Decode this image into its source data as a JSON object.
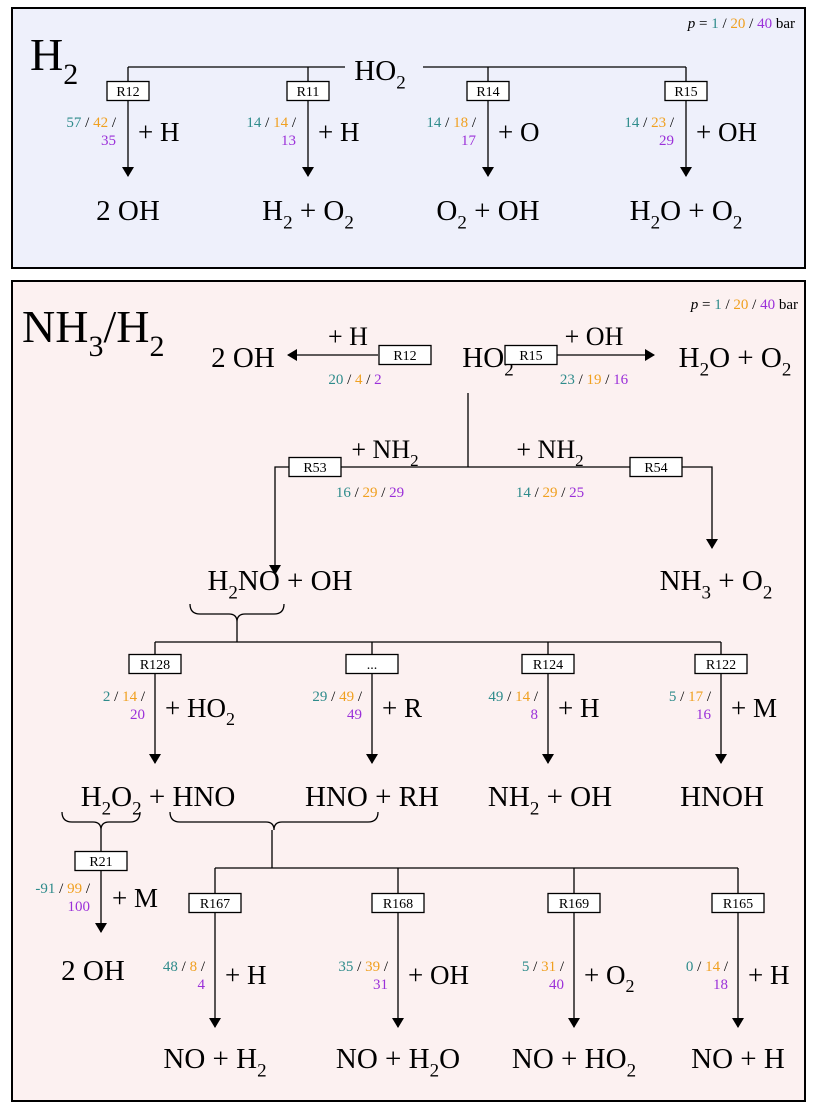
{
  "colors": {
    "p1": "#2e8b8b",
    "p20": "#f0a020",
    "p40": "#9b30d9",
    "panel_h2_bg": "#eef0fb",
    "panel_nh3_bg": "#fcf1f1"
  },
  "pressure_legend": {
    "prefix": "p",
    "eq": "=",
    "v1": "1",
    "v20": "20",
    "v40": "40",
    "sep": "/",
    "unit": "bar"
  },
  "h2_panel": {
    "title_main": "H",
    "title_sub": "2",
    "source": {
      "main": "HO",
      "sub": "2"
    },
    "branches": [
      {
        "reaction": "R12",
        "reactant": "+ H",
        "v": [
          "57",
          "42",
          "35"
        ],
        "product": [
          {
            "t": "2 OH"
          }
        ]
      },
      {
        "reaction": "R11",
        "reactant": "+ H",
        "v": [
          "14",
          "14",
          "13"
        ],
        "product": [
          {
            "t": "H"
          },
          {
            "s": "2"
          },
          {
            "t": " + O"
          },
          {
            "s": "2"
          }
        ]
      },
      {
        "reaction": "R14",
        "reactant": "+ O",
        "v": [
          "14",
          "18",
          "17"
        ],
        "product": [
          {
            "t": "O"
          },
          {
            "s": "2"
          },
          {
            "t": " + OH"
          }
        ]
      },
      {
        "reaction": "R15",
        "reactant": "+ OH",
        "v": [
          "14",
          "23",
          "29"
        ],
        "product": [
          {
            "t": "H"
          },
          {
            "s": "2"
          },
          {
            "t": "O + O"
          },
          {
            "s": "2"
          }
        ]
      }
    ]
  },
  "nh3_panel": {
    "title": [
      {
        "t": "NH"
      },
      {
        "s": "3"
      },
      {
        "t": "/H"
      },
      {
        "s": "2"
      }
    ],
    "center": {
      "main": "HO",
      "sub": "2"
    },
    "left": {
      "reaction": "R12",
      "reactant": "+ H",
      "v": [
        "20",
        "4",
        "2"
      ],
      "product": "2 OH"
    },
    "right": {
      "reaction": "R15",
      "reactant": "+ OH",
      "v": [
        "23",
        "19",
        "16"
      ],
      "product": [
        {
          "t": "H"
        },
        {
          "s": "2"
        },
        {
          "t": "O + O"
        },
        {
          "s": "2"
        }
      ]
    },
    "nh2_left": {
      "reaction": "R53",
      "reactant": [
        {
          "t": "+ NH"
        },
        {
          "s": "2"
        }
      ],
      "v": [
        "16",
        "29",
        "29"
      ],
      "product": [
        {
          "t": "H"
        },
        {
          "s": "2"
        },
        {
          "t": "NO + OH"
        }
      ]
    },
    "nh2_right": {
      "reaction": "R54",
      "reactant": [
        {
          "t": "+ NH"
        },
        {
          "s": "2"
        }
      ],
      "v": [
        "14",
        "29",
        "25"
      ],
      "product": [
        {
          "t": "NH"
        },
        {
          "s": "3"
        },
        {
          "t": " + O"
        },
        {
          "s": "2"
        }
      ]
    },
    "h2no_branches": [
      {
        "reaction": "R128",
        "reactant": [
          {
            "t": "+ HO"
          },
          {
            "s": "2"
          }
        ],
        "v": [
          "2",
          "14",
          "20"
        ],
        "product": [
          {
            "t": "H"
          },
          {
            "s": "2"
          },
          {
            "t": "O"
          },
          {
            "s": "2"
          },
          {
            "t": " + HNO"
          }
        ]
      },
      {
        "reaction": "...",
        "reactant": [
          {
            "t": "+ R"
          }
        ],
        "v": [
          "29",
          "49",
          "49"
        ],
        "product": [
          {
            "t": "HNO + RH"
          }
        ]
      },
      {
        "reaction": "R124",
        "reactant": [
          {
            "t": "+ H"
          }
        ],
        "v": [
          "49",
          "14",
          "8"
        ],
        "product": [
          {
            "t": "NH"
          },
          {
            "s": "2"
          },
          {
            "t": " + OH"
          }
        ]
      },
      {
        "reaction": "R122",
        "reactant": [
          {
            "t": "+ M"
          }
        ],
        "v": [
          "5",
          "17",
          "16"
        ],
        "product": [
          {
            "t": "HNOH"
          }
        ]
      }
    ],
    "h2o2": {
      "reaction": "R21",
      "reactant": "+ M",
      "v": [
        "-91",
        "99",
        "100"
      ],
      "product": "2 OH"
    },
    "hno_branches": [
      {
        "reaction": "R167",
        "reactant": [
          {
            "t": "+ H"
          }
        ],
        "v": [
          "48",
          "8",
          "4"
        ],
        "product": [
          {
            "t": "NO + H"
          },
          {
            "s": "2"
          }
        ]
      },
      {
        "reaction": "R168",
        "reactant": [
          {
            "t": "+ OH"
          }
        ],
        "v": [
          "35",
          "39",
          "31"
        ],
        "product": [
          {
            "t": "NO + H"
          },
          {
            "s": "2"
          },
          {
            "t": "O"
          }
        ]
      },
      {
        "reaction": "R169",
        "reactant": [
          {
            "t": "+ O"
          },
          {
            "s": "2"
          }
        ],
        "v": [
          "5",
          "31",
          "40"
        ],
        "product": [
          {
            "t": "NO + HO"
          },
          {
            "s": "2"
          }
        ]
      },
      {
        "reaction": "R165",
        "reactant": [
          {
            "t": "+ H"
          }
        ],
        "v": [
          "0",
          "14",
          "18"
        ],
        "product": [
          {
            "t": "NO + H"
          }
        ]
      }
    ]
  }
}
